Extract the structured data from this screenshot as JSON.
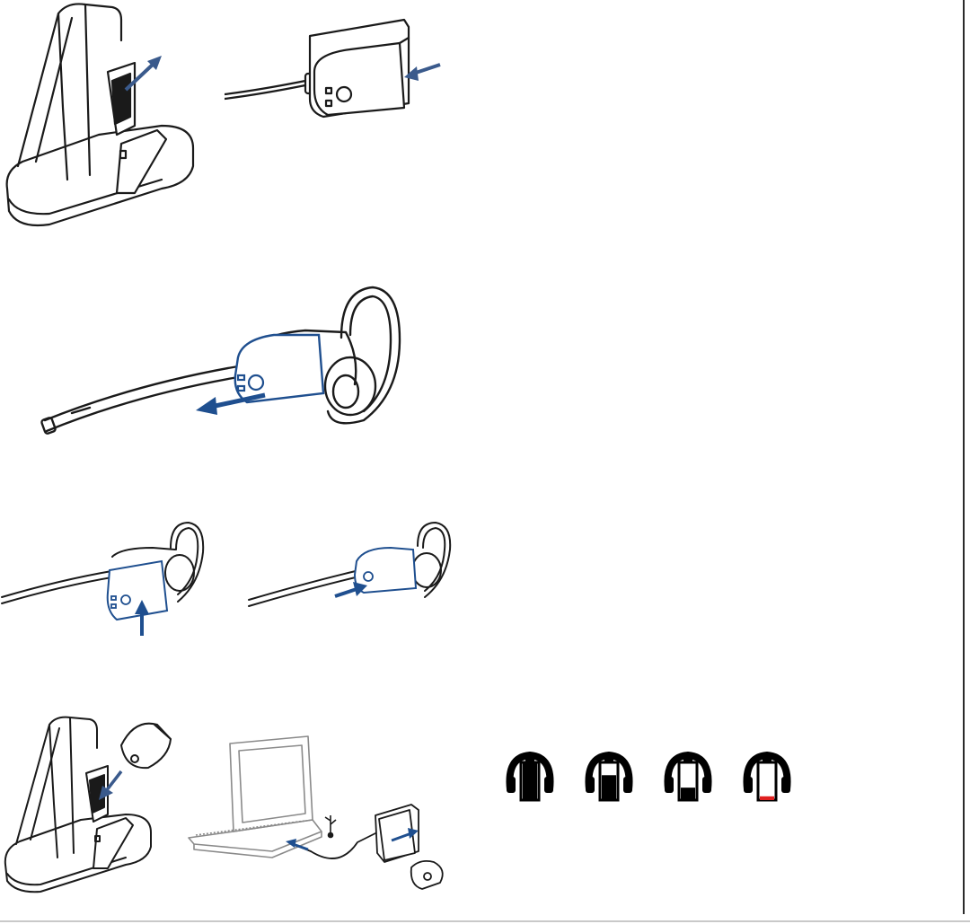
{
  "colors": {
    "line": "#1a1a1a",
    "accent": "#1f4f8f",
    "arrow": "#3a5a8c",
    "low_battery": "#e02020",
    "rule": "#c9c9c9"
  },
  "figures": [
    {
      "name": "charging-base-remove-clip",
      "icon": "charging-base-icon"
    },
    {
      "name": "power-adapter-insert",
      "icon": "power-adapter-icon"
    },
    {
      "name": "headset-remove-battery",
      "icon": "headset-icon"
    },
    {
      "name": "headset-battery-lift",
      "icon": "headset-icon"
    },
    {
      "name": "headset-battery-insert",
      "icon": "headset-icon"
    },
    {
      "name": "charging-base-spare-battery",
      "icon": "charging-base-icon"
    },
    {
      "name": "laptop-usb-charger",
      "icon": "laptop-icon"
    }
  ],
  "battery_states": [
    {
      "name": "full",
      "level": 1.0,
      "color": "#000000"
    },
    {
      "name": "two-thirds",
      "level": 0.66,
      "color": "#000000"
    },
    {
      "name": "one-third",
      "level": 0.33,
      "color": "#000000"
    },
    {
      "name": "low",
      "level": 0.1,
      "color": "#e02020"
    }
  ]
}
